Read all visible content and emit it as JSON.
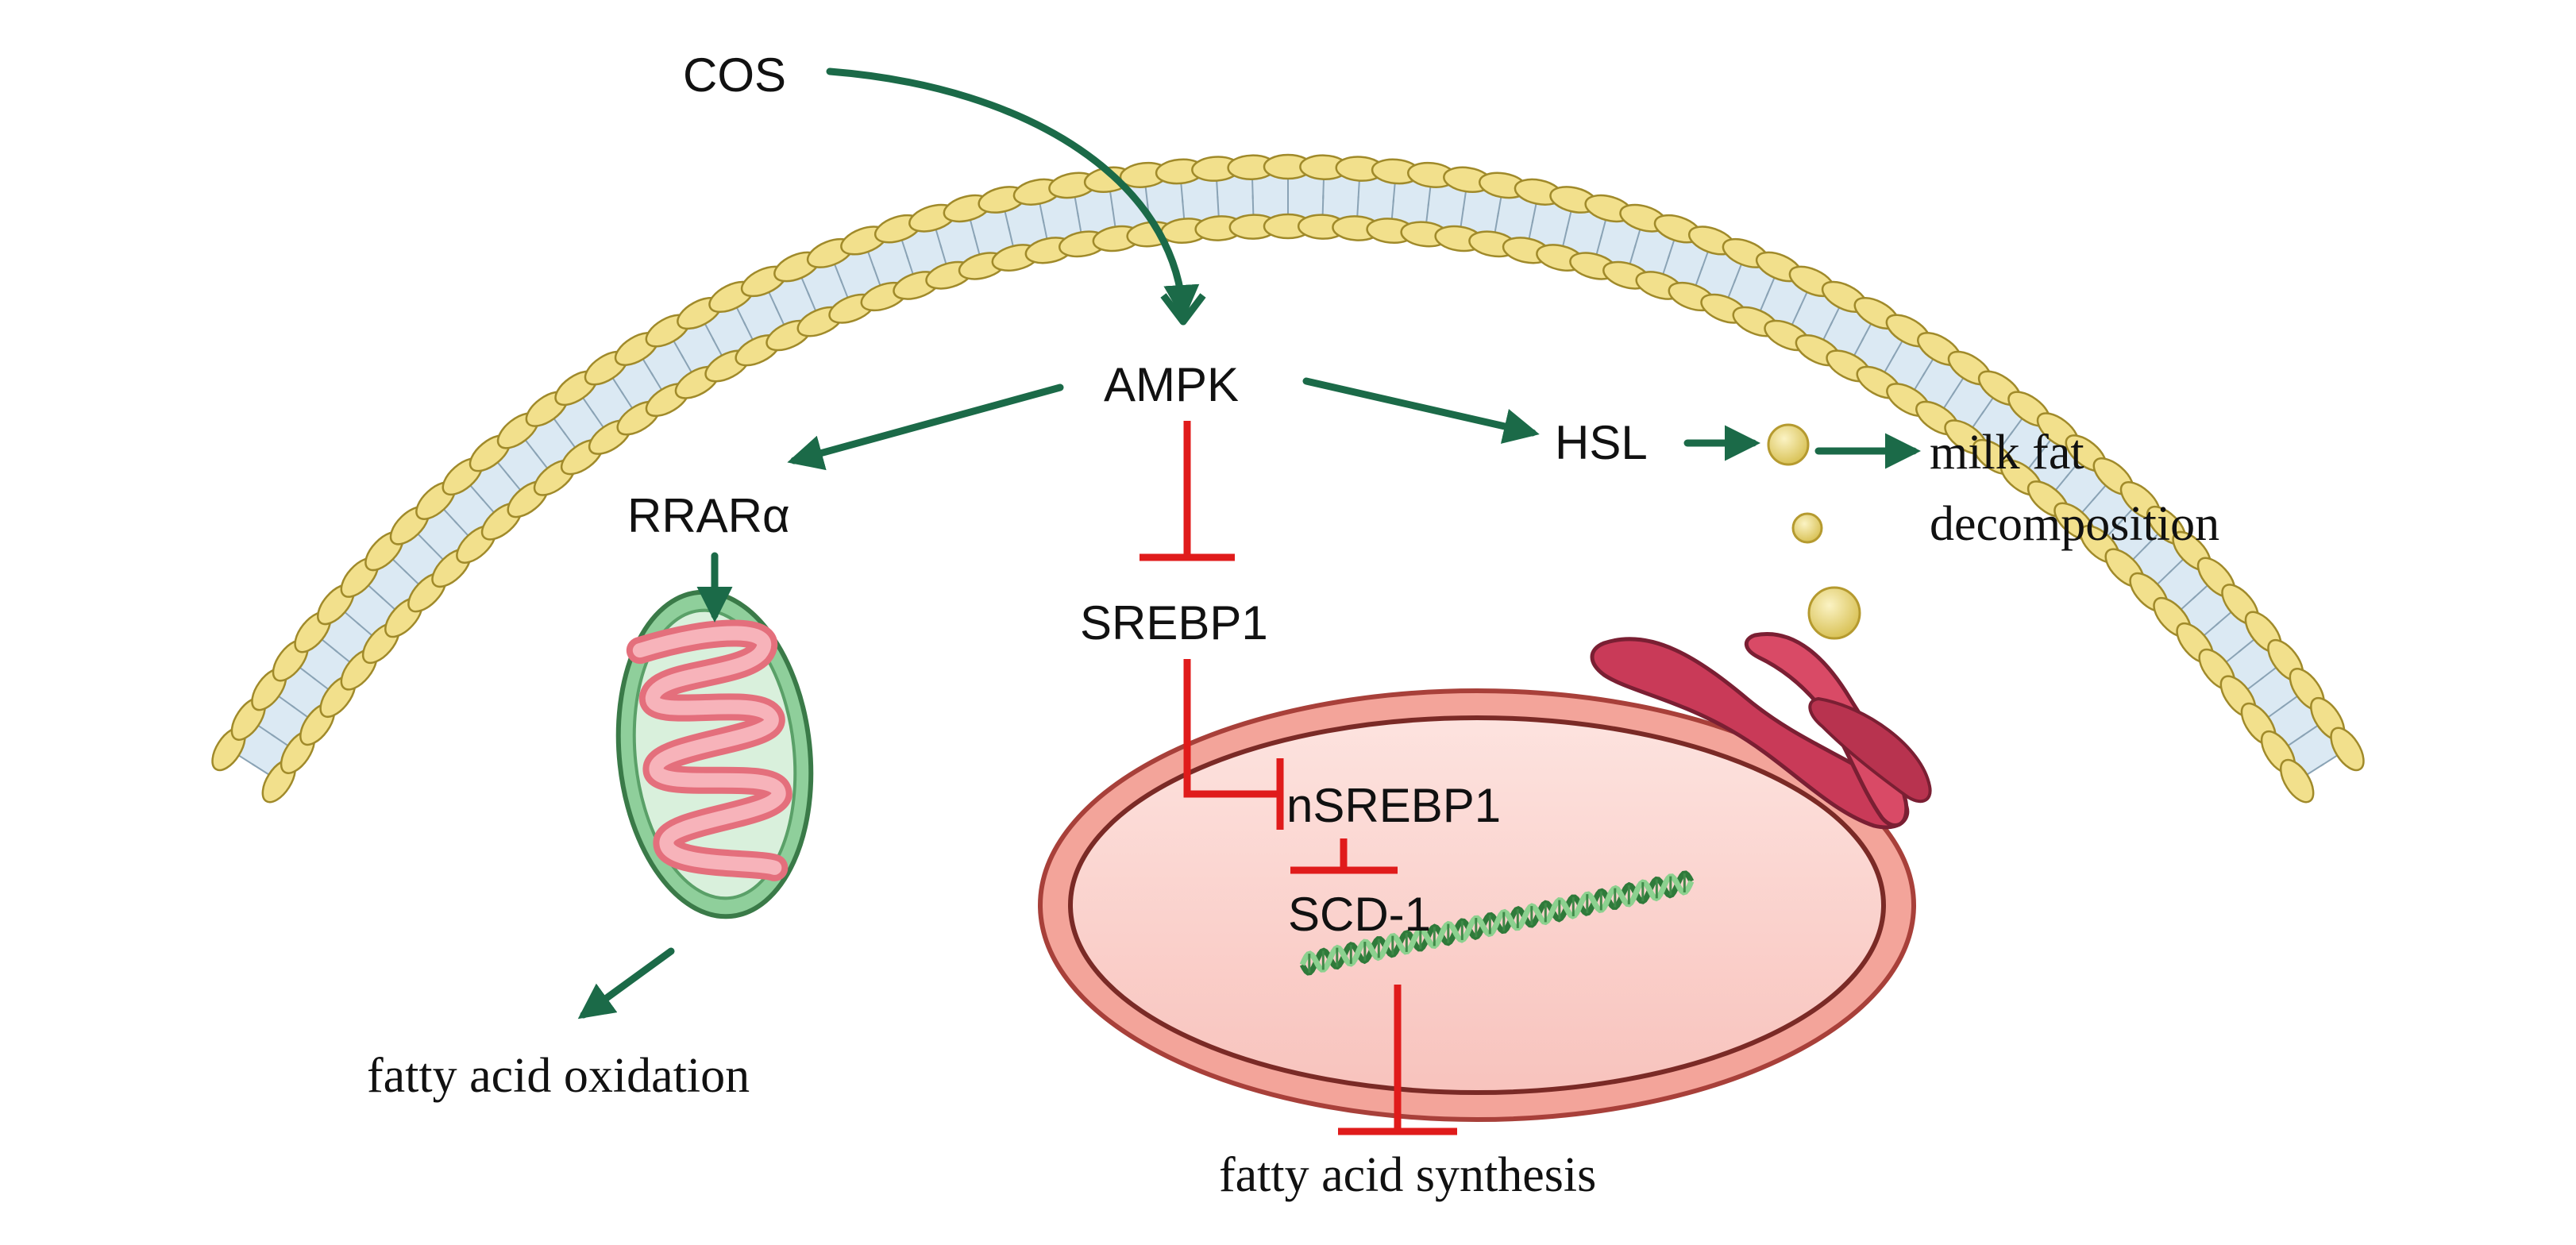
{
  "labels": {
    "cos": "COS",
    "ampk": "AMPK",
    "hsl": "HSL",
    "rrar": "RRARα",
    "srebp1": "SREBP1",
    "nsrebp1": "nSREBP1",
    "scd1": "SCD-1",
    "milk_fat_line1": "milk fat",
    "milk_fat_line2": "decomposition",
    "fatty_acid_oxidation": "fatty acid oxidation",
    "fatty_acid_synthesis": "fatty acid synthesis"
  },
  "colors": {
    "activation": "#1b6a48",
    "inhibition": "#e01b1b",
    "membrane_head": "#f2e08c",
    "membrane_core": "#dbe9f3",
    "nucleus_outer": "#f3a49a",
    "nucleus_inner": "#fbd6d2",
    "mitochondrion_outer": "#8fcf9b",
    "mitochondrion_inner": "#f2a3aa",
    "er": "#c93a58",
    "lipid_droplet": "#e9d36c",
    "dna": "#4f9d57"
  },
  "icons": {
    "membrane": "lipid-bilayer-icon",
    "mitochondrion": "mitochondrion-icon",
    "nucleus": "nucleus-icon",
    "er": "endoplasmic-reticulum-icon",
    "dna": "dna-helix-icon",
    "droplet": "lipid-droplet-icon"
  }
}
